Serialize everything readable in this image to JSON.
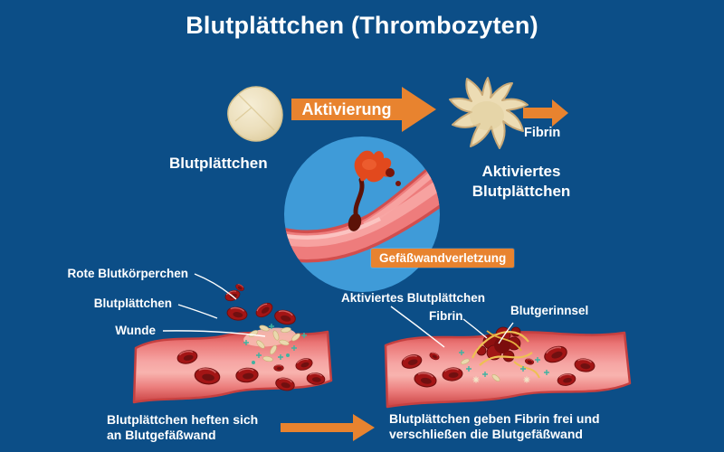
{
  "colors": {
    "background": "#0c4e87",
    "accent_orange": "#e8832f",
    "circle_blue": "#3f9bd8",
    "vessel_red": "#ee7c7c",
    "blood_cell_red": "#9b1414",
    "platelet_beige": "#ead9ae",
    "fibrin_gold": "#eec052"
  },
  "title": "Blutplättchen (Thrombozyten)",
  "process": {
    "platelet_label": "Blutplättchen",
    "activation_arrow_label": "Aktivierung",
    "fibrin_arrow_label": "Fibrin",
    "activated_label_line1": "Aktiviertes",
    "activated_label_line2": "Blutplättchen"
  },
  "injury": {
    "badge_label": "Gefäßwandverletzung"
  },
  "left_panel": {
    "label_red_cells": "Rote Blutkörperchen",
    "label_platelet": "Blutplättchen",
    "label_wound": "Wunde",
    "caption_line1": "Blutplättchen heften sich",
    "caption_line2": "an Blutgefäßwand"
  },
  "right_panel": {
    "label_activated": "Aktiviertes Blutplättchen",
    "label_fibrin": "Fibrin",
    "label_clot": "Blutgerinnsel",
    "caption_line1": "Blutplättchen geben Fibrin frei und",
    "caption_line2": "verschließen die Blutgefäßwand"
  },
  "graphics": [
    "platelet-illustration",
    "activated-platelet-illustration",
    "vessel-injury-circle-illustration",
    "left-vessel-illustration",
    "right-vessel-illustration",
    "activation-arrow-icon",
    "fibrin-arrow-icon",
    "process-arrow-icon"
  ]
}
